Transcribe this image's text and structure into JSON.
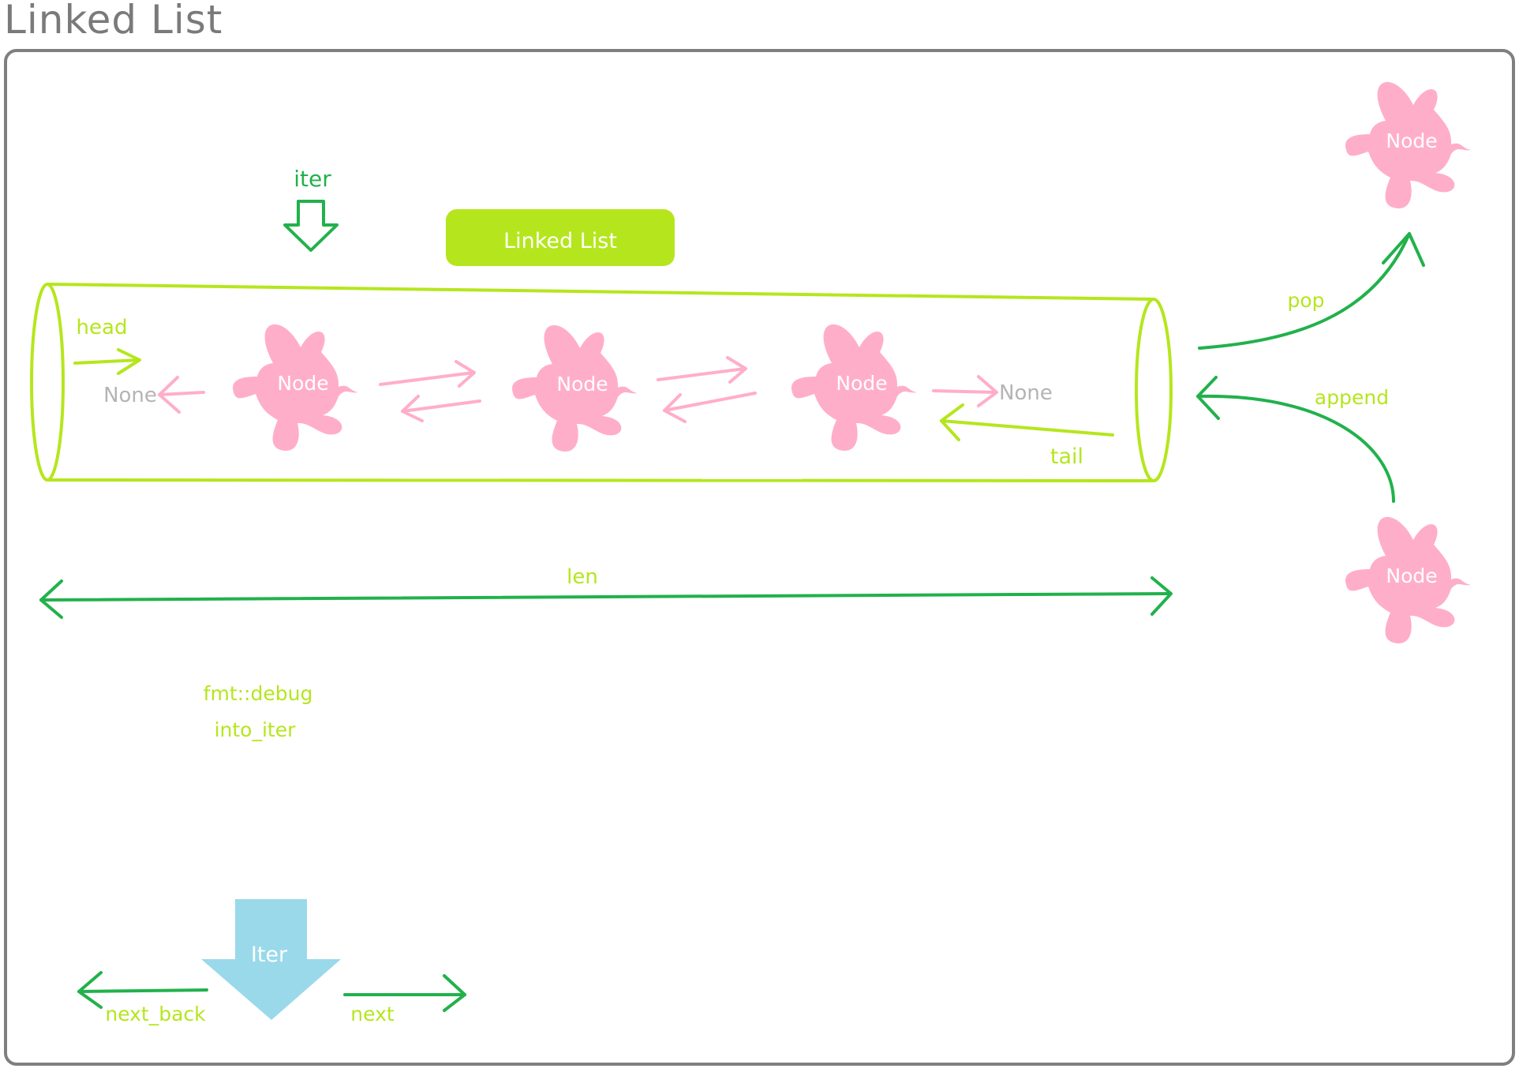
{
  "page": {
    "title": "Linked List"
  },
  "colors": {
    "lime": "#b5e61d",
    "green": "#22b14c",
    "pink": "#ffaec9",
    "gray": "#b4b4b4",
    "light_blue": "#99d9ea",
    "frame": "#7f7f7f"
  },
  "diagram": {
    "container_badge": "Linked List",
    "node_label": "Node",
    "none_label": "None",
    "labels": {
      "iter": "iter",
      "head": "head",
      "tail": "tail",
      "len": "len",
      "pop": "pop",
      "append": "append",
      "fmt_debug": "fmt::debug",
      "into_iter": "into_iter",
      "iter_struct": "Iter",
      "next_back": "next_back",
      "next": "next"
    }
  }
}
